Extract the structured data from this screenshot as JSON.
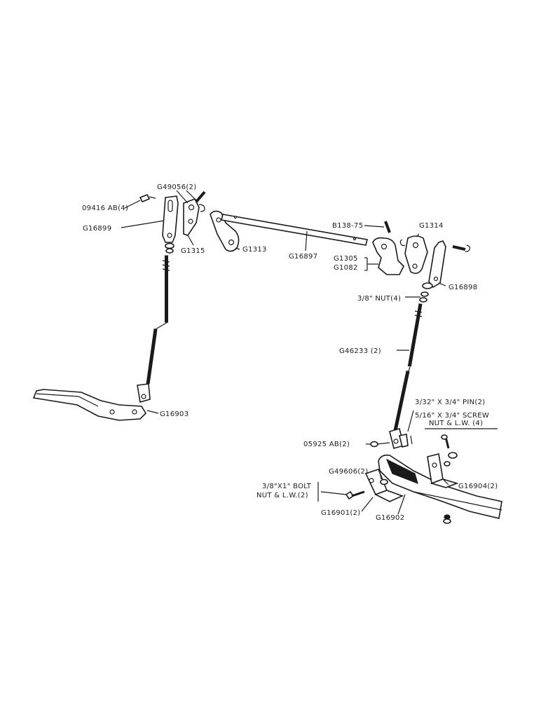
{
  "labels": {
    "g49056": "G49056(2)",
    "p09416ab": "09416 AB(4)",
    "g16899": "G16899",
    "g1315": "G1315",
    "g1313": "G1313",
    "g16897": "G16897",
    "b138_75": "B138-75",
    "g1314": "G1314",
    "g1305": "G1305",
    "g1082": "G1082",
    "g16898": "G16898",
    "nut38": "3/8\" NUT(4)",
    "g46233": "G46233 (2)",
    "g16903": "G16903",
    "pin332": "3/32\" X 3/4\" PIN(2)",
    "screw_line1": "5/16\" X 3/4\" SCREW",
    "screw_line2": "NUT & L.W. (4)",
    "p05925ab": "05925 AB(2)",
    "g49606": "G49606(2)",
    "g16904": "G16904(2)",
    "bolt_line1": "3/8\"X1\" BOLT",
    "bolt_line2": "NUT & L.W.(2)",
    "g16901": "G16901(2)",
    "g16902": "G16902"
  }
}
